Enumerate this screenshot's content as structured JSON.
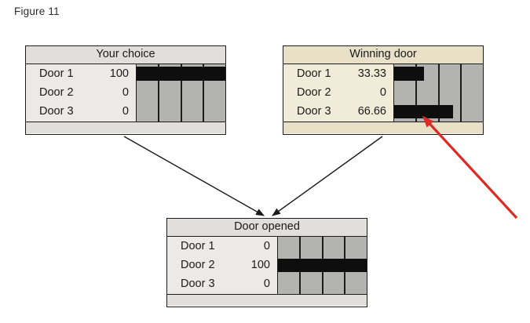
{
  "figure_label": "Figure 11",
  "colors": {
    "connector_arrow": "#1a1a1a",
    "highlight_arrow": "#dc2b25",
    "bar": "#0e0e0e",
    "chart_background": "#b3b3b1",
    "gray_node_header": "#e0dfdc",
    "gray_node_panel": "#eceae7",
    "tan_node_header": "#e8e1c8",
    "tan_node_panel": "#f1ebd9",
    "border": "#1c1c1c"
  },
  "nodes": [
    {
      "title": "Your choice",
      "rows": [
        {
          "label": "Door 1",
          "value": "100",
          "bar": 100
        },
        {
          "label": "Door 2",
          "value": "0",
          "bar": 0
        },
        {
          "label": "Door 3",
          "value": "0",
          "bar": 0
        }
      ]
    },
    {
      "title": "Winning door",
      "rows": [
        {
          "label": "Door 1",
          "value": "33.33",
          "bar": 33.33
        },
        {
          "label": "Door 2",
          "value": "0",
          "bar": 0
        },
        {
          "label": "Door 3",
          "value": "66.66",
          "bar": 66.66
        }
      ]
    },
    {
      "title": "Door opened",
      "rows": [
        {
          "label": "Door 1",
          "value": "0",
          "bar": 0
        },
        {
          "label": "Door 2",
          "value": "100",
          "bar": 100
        },
        {
          "label": "Door 3",
          "value": "0",
          "bar": 0
        }
      ]
    }
  ]
}
